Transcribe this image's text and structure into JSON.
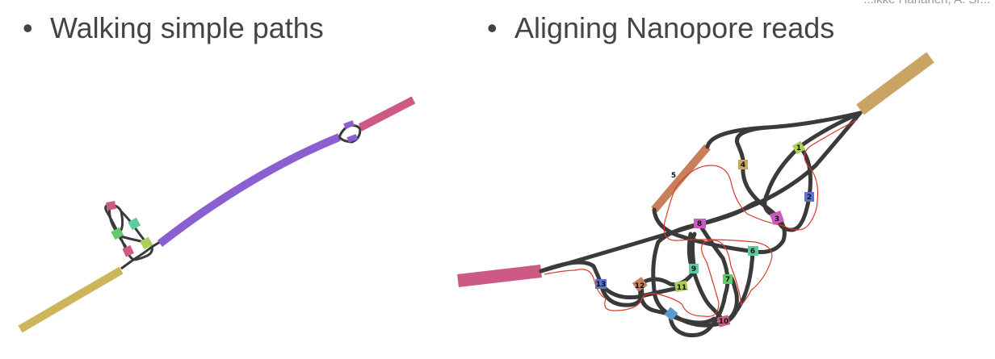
{
  "slide": {
    "corner_text": "...ikke Harlanen, A. Sr...",
    "bullet": "•",
    "left_heading": "Walking simple paths",
    "right_heading": "Aligning Nanopore reads"
  },
  "colors": {
    "heading": "#444444",
    "path_edge": "#3a3a3a",
    "read_line": "#d93a2b",
    "olive": "#cdb55a",
    "purple": "#8a5fd1",
    "pink": "#cc5a84",
    "tan": "#c9a465",
    "brown": "#c97f5a",
    "green": "#63c96a",
    "teal": "#5fc9a0",
    "blue": "#5b74c9",
    "magenta": "#c95bc0",
    "lime": "#a9d15a",
    "sky": "#5b9ad1"
  },
  "graph_nodes": [
    {
      "label": "1"
    },
    {
      "label": "2"
    },
    {
      "label": "3"
    },
    {
      "label": "4"
    },
    {
      "label": "5"
    },
    {
      "label": "6"
    },
    {
      "label": "7"
    },
    {
      "label": "8"
    },
    {
      "label": "9"
    },
    {
      "label": "10"
    },
    {
      "label": "11"
    },
    {
      "label": "12"
    },
    {
      "label": "13"
    }
  ]
}
